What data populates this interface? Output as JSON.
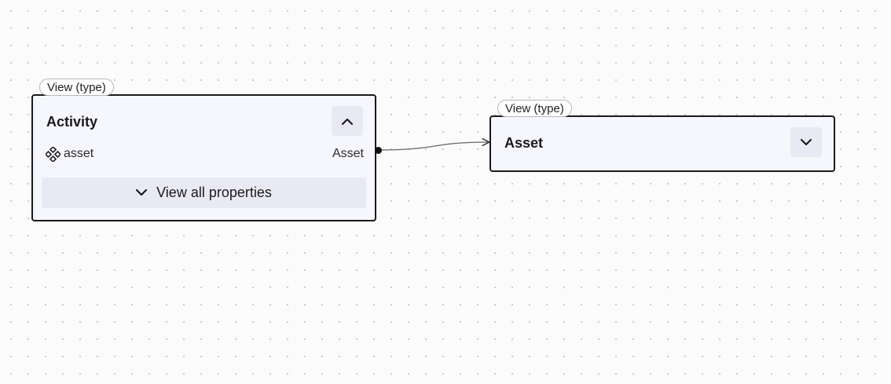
{
  "nodes": {
    "activity": {
      "type_tag": "View (type)",
      "title": "Activity",
      "property": {
        "name": "asset",
        "type": "Asset",
        "icon": "relation-icon"
      },
      "view_all_label": "View all properties",
      "expanded": true
    },
    "asset": {
      "type_tag": "View (type)",
      "title": "Asset",
      "expanded": false
    }
  },
  "colors": {
    "node_background": "#f6f6fd",
    "node_border": "#1a1a1a",
    "button_background": "#e9e9f3",
    "edge": "#666666"
  }
}
